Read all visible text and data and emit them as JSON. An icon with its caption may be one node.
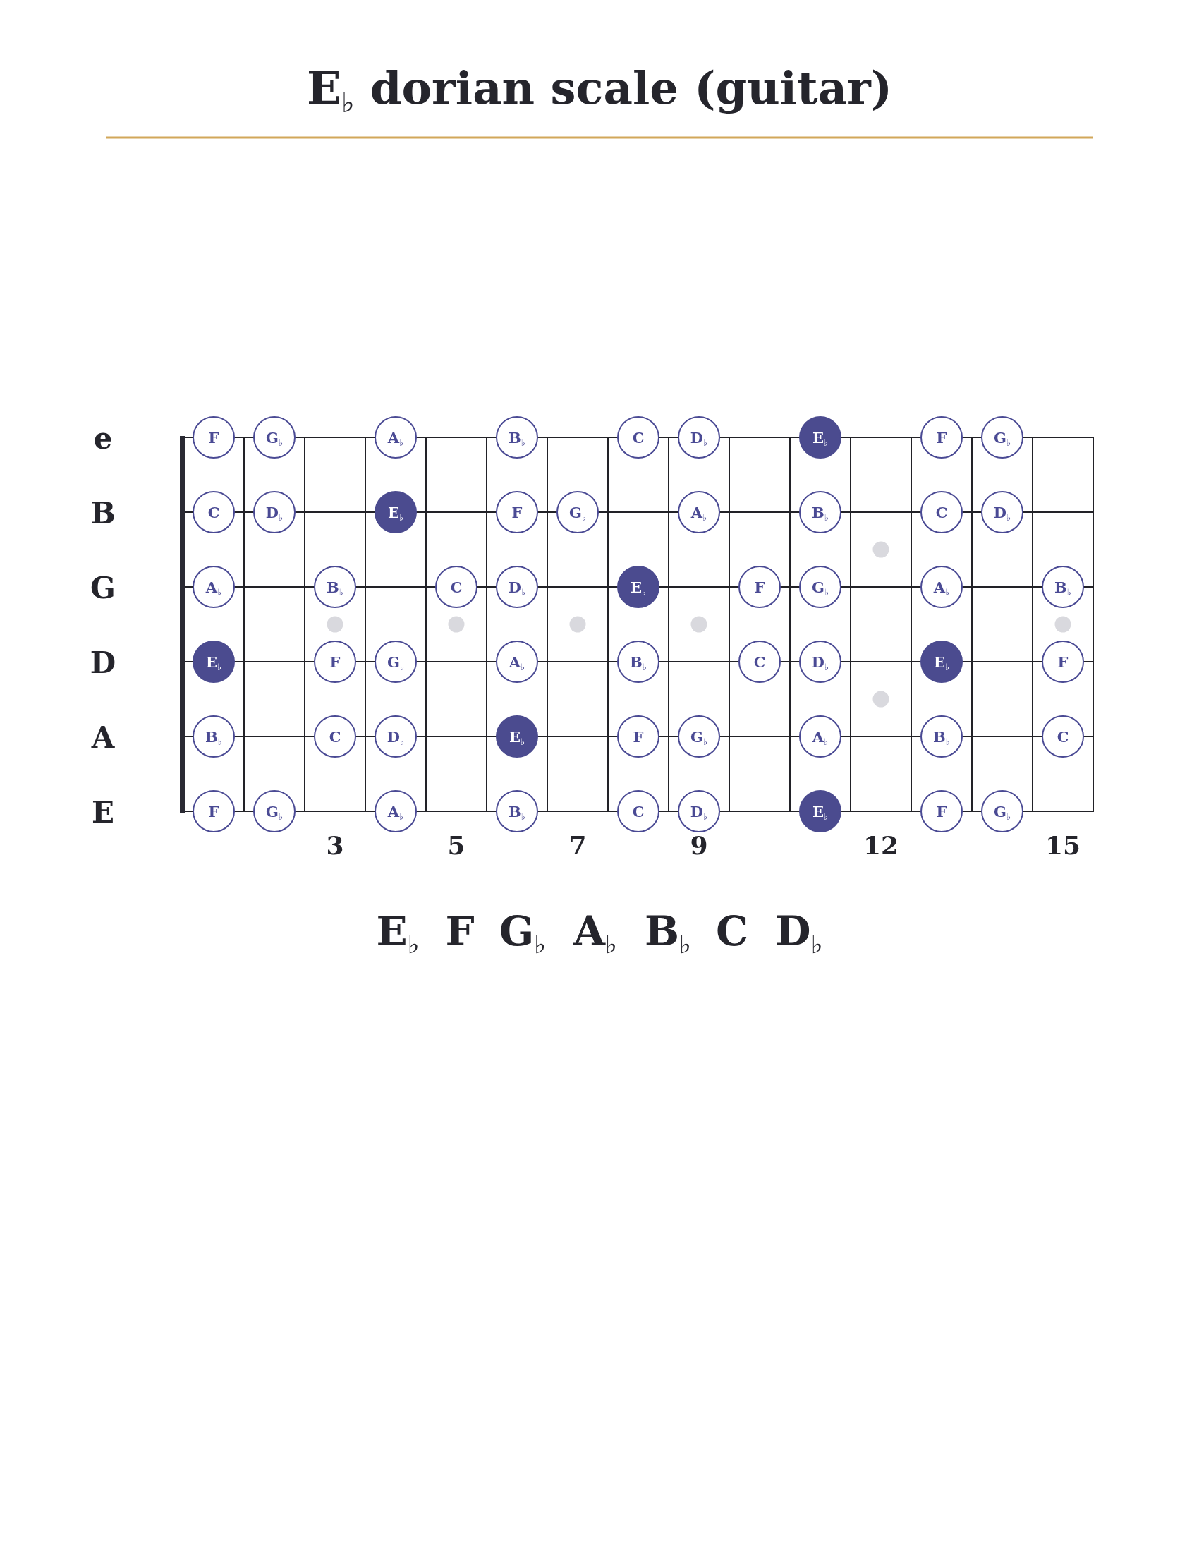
{
  "diagram": {
    "title": "E$_{♭}$ dorian scale (guitar)",
    "nodes": [
      {
        "text": [
          "F"
        ]
      },
      {
        "text": [
          "G$_{♭}$"
        ]
      },
      {
        "text": [
          "A$_{♭}$"
        ]
      },
      {
        "text": [
          "B$_{♭}$"
        ]
      },
      {
        "text": [
          "C"
        ]
      },
      {
        "text": [
          "D$_{♭}$"
        ]
      },
      {
        "text": [
          "E$_{♭}$"
        ]
      },
      {
        "text": [
          "F"
        ]
      },
      {
        "text": [
          "G$_{♭}$"
        ]
      },
      {
        "text": [
          "C"
        ]
      },
      {
        "text": [
          "D$_{♭}$"
        ]
      },
      {
        "text": [
          "E$_{♭}$"
        ]
      },
      {
        "text": [
          "F"
        ]
      },
      {
        "text": [
          "G$_{♭}$"
        ]
      },
      {
        "text": [
          "A$_{♭}$"
        ]
      },
      {
        "text": [
          "B$_{♭}$"
        ]
      },
      {
        "text": [
          "C"
        ]
      },
      {
        "text": [
          "D$_{♭}$"
        ]
      },
      {
        "text": [
          "A$_{♭}$"
        ]
      },
      {
        "text": [
          "B$_{♭}$"
        ]
      },
      {
        "text": [
          "C"
        ]
      },
      {
        "text": [
          "D$_{♭}$"
        ]
      },
      {
        "text": [
          "E$_{♭}$"
        ]
      },
      {
        "text": [
          "F"
        ]
      },
      {
        "text": [
          "G$_{♭}$"
        ]
      },
      {
        "text": [
          "A$_{♭}$"
        ]
      },
      {
        "text": [
          "B$_{♭}$"
        ]
      },
      {
        "text": [
          "E$_{♭}$"
        ]
      },
      {
        "text": [
          "F"
        ]
      },
      {
        "text": [
          "G$_{♭}$"
        ]
      },
      {
        "text": [
          "A$_{♭}$"
        ]
      },
      {
        "text": [
          "B$_{♭}$"
        ]
      },
      {
        "text": [
          "C"
        ]
      },
      {
        "text": [
          "D$_{♭}$"
        ]
      },
      {
        "text": [
          "E$_{♭}$"
        ]
      },
      {
        "text": [
          "F"
        ]
      },
      {
        "text": [
          "B$_{♭}$"
        ]
      },
      {
        "text": [
          "C"
        ]
      },
      {
        "text": [
          "D$_{♭}$"
        ]
      },
      {
        "text": [
          "E$_{♭}$"
        ]
      },
      {
        "text": [
          "F"
        ]
      },
      {
        "text": [
          "G$_{♭}$"
        ]
      },
      {
        "text": [
          "A$_{♭}$"
        ]
      },
      {
        "text": [
          "B$_{♭}$"
        ]
      },
      {
        "text": [
          "C"
        ]
      },
      {
        "text": [
          "F"
        ]
      },
      {
        "text": [
          "G$_{♭}$"
        ]
      },
      {
        "text": [
          "A$_{♭}$"
        ]
      },
      {
        "text": [
          "B$_{♭}$"
        ]
      },
      {
        "text": [
          "C"
        ]
      },
      {
        "text": [
          "D$_{♭}$"
        ]
      },
      {
        "text": [
          "E$_{♭}$"
        ]
      },
      {
        "text": [
          "F"
        ]
      },
      {
        "text": [
          "G$_{♭}$"
        ]
      }
    ],
    "labels": [
      "e",
      "B",
      "G",
      "D",
      "A",
      "E",
      "3",
      "5",
      "7",
      "9",
      "12",
      "15",
      "E$_{♭}$",
      "F",
      "G$_{♭}$",
      "A$_{♭}$",
      "B$_{♭}$",
      "C",
      "D$_{♭}$"
    ]
  }
}
